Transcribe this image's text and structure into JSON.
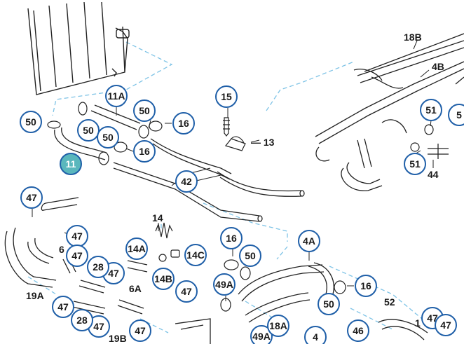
{
  "diagram": {
    "highlight_color": "#5ab7bd",
    "callout_border_color": "#1f5fa8",
    "leader_color": "#7ec3e6",
    "callouts": [
      {
        "id": "c-11",
        "text": "11",
        "highlight": true
      },
      {
        "id": "c-11a",
        "text": "11A"
      },
      {
        "id": "c-50-a",
        "text": "50"
      },
      {
        "id": "c-50-b",
        "text": "50"
      },
      {
        "id": "c-50-c",
        "text": "50"
      },
      {
        "id": "c-50-d",
        "text": "50"
      },
      {
        "id": "c-16-a",
        "text": "16"
      },
      {
        "id": "c-16-b",
        "text": "16"
      },
      {
        "id": "c-15",
        "text": "15"
      },
      {
        "id": "c-42",
        "text": "42"
      },
      {
        "id": "c-51-a",
        "text": "51"
      },
      {
        "id": "c-51-b",
        "text": "51"
      },
      {
        "id": "c-5",
        "text": "5"
      },
      {
        "id": "c-47-a",
        "text": "47"
      },
      {
        "id": "c-47-b",
        "text": "47"
      },
      {
        "id": "c-47-c",
        "text": "47"
      },
      {
        "id": "c-47-d",
        "text": "47"
      },
      {
        "id": "c-47-e",
        "text": "47"
      },
      {
        "id": "c-47-f",
        "text": "47"
      },
      {
        "id": "c-47-g",
        "text": "47"
      },
      {
        "id": "c-47-h",
        "text": "47"
      },
      {
        "id": "c-47-i",
        "text": "47"
      },
      {
        "id": "c-47-j",
        "text": "47"
      },
      {
        "id": "c-28-a",
        "text": "28"
      },
      {
        "id": "c-28-b",
        "text": "28"
      },
      {
        "id": "c-14a",
        "text": "14A"
      },
      {
        "id": "c-14b",
        "text": "14B"
      },
      {
        "id": "c-14c",
        "text": "14C"
      },
      {
        "id": "c-16-c",
        "text": "16"
      },
      {
        "id": "c-50-e",
        "text": "50"
      },
      {
        "id": "c-49a-a",
        "text": "49A"
      },
      {
        "id": "c-49a-b",
        "text": "49A"
      },
      {
        "id": "c-4a",
        "text": "4A"
      },
      {
        "id": "c-16-d",
        "text": "16"
      },
      {
        "id": "c-50-f",
        "text": "50"
      },
      {
        "id": "c-18a",
        "text": "18A"
      },
      {
        "id": "c-4",
        "text": "4"
      },
      {
        "id": "c-46",
        "text": "46"
      }
    ],
    "plain_labels": [
      {
        "id": "p-18b",
        "text": "18B"
      },
      {
        "id": "p-4b",
        "text": "4B"
      },
      {
        "id": "p-13",
        "text": "— 13"
      },
      {
        "id": "p-44",
        "text": "44"
      },
      {
        "id": "p-14",
        "text": "14"
      },
      {
        "id": "p-6",
        "text": "6"
      },
      {
        "id": "p-6a",
        "text": "6A"
      },
      {
        "id": "p-19a",
        "text": "19A"
      },
      {
        "id": "p-19b",
        "text": "19B"
      },
      {
        "id": "p-52",
        "text": "52"
      },
      {
        "id": "p-1",
        "text": "1"
      }
    ]
  }
}
